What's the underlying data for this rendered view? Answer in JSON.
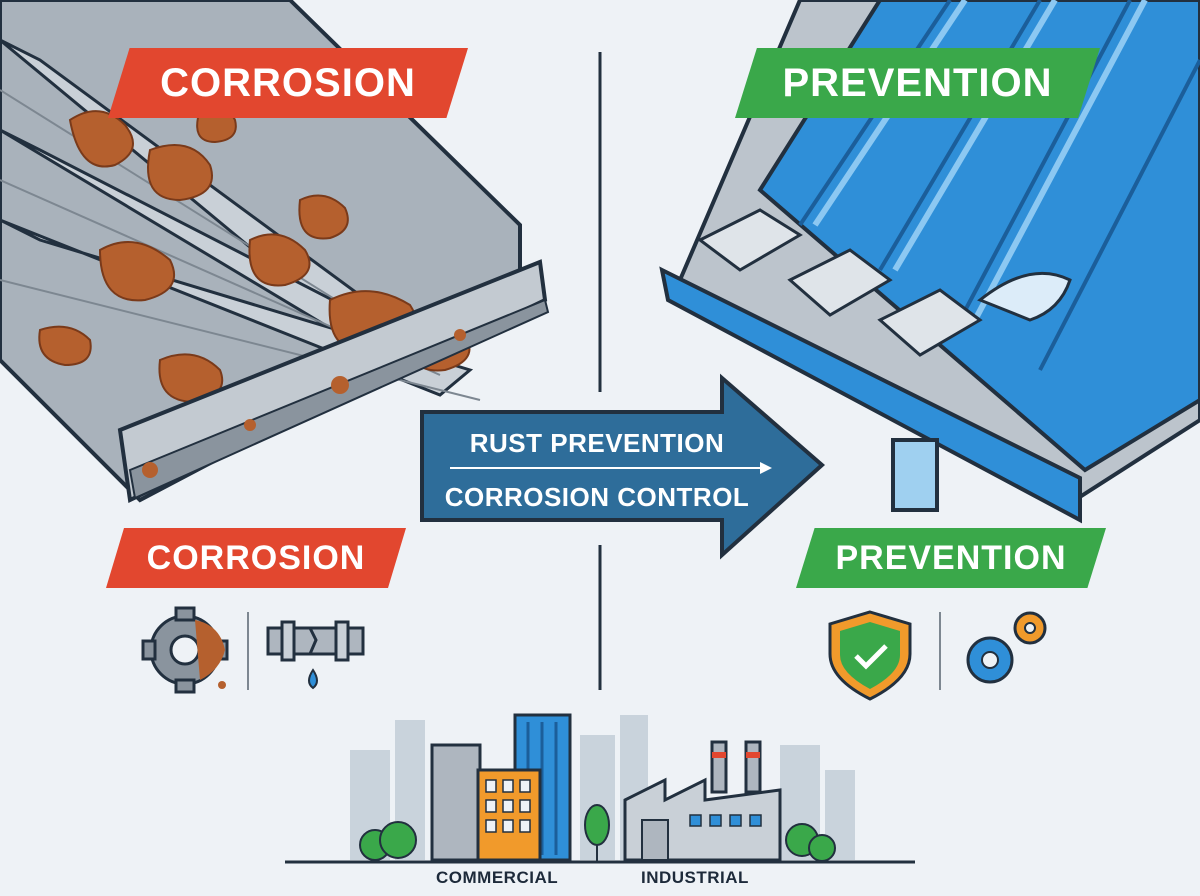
{
  "banners": {
    "top_left": "CORROSION",
    "top_right": "PREVENTION",
    "mid_left": "CORROSION",
    "mid_right": "PREVENTION"
  },
  "arrow": {
    "line1": "RUST PREVENTION",
    "line2": "CORROSION CONTROL"
  },
  "city": {
    "commercial": "COMMERCIAL",
    "industrial": "INDUSTRIAL"
  },
  "colors": {
    "corrosion_red": "#e2472f",
    "prevention_green": "#3aa84a",
    "arrow_blue": "#2e6d9a",
    "rust": "#b5602e",
    "metal_gray": "#aeb6bf",
    "coating_blue": "#2f8fd8",
    "outline": "#22303f"
  },
  "icons": {
    "corrosion": [
      "rusted-gear-icon",
      "leaking-pipe-icon"
    ],
    "prevention": [
      "shield-check-icon",
      "gears-icon"
    ]
  }
}
